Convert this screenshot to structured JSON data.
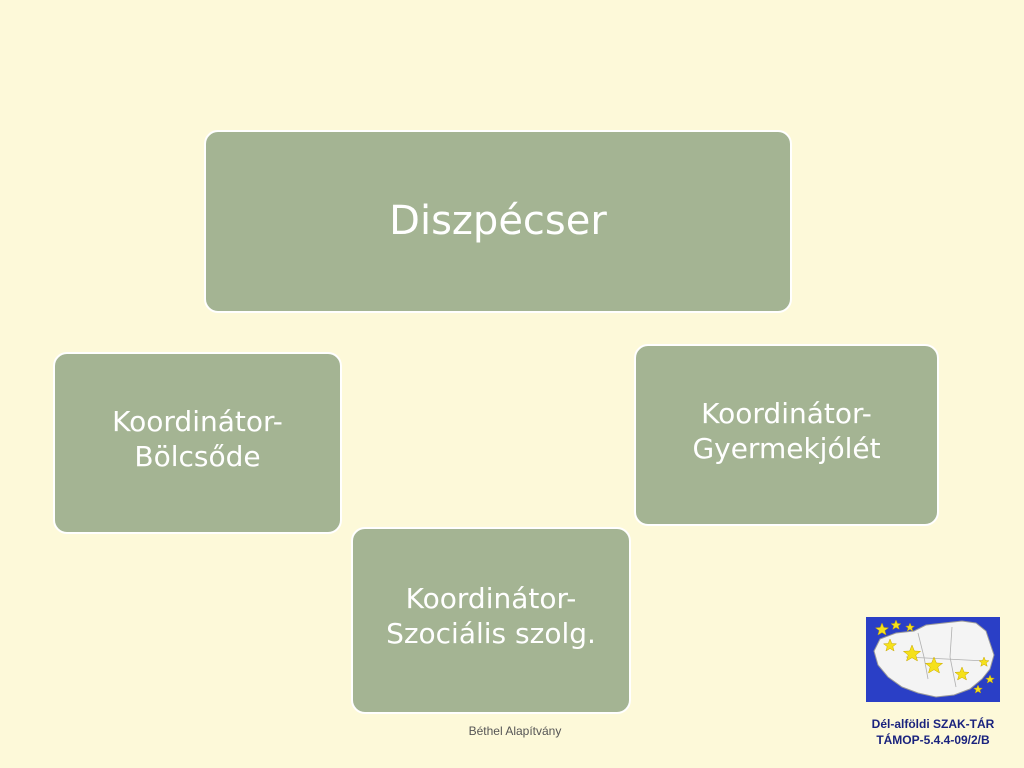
{
  "diagram": {
    "boxes": {
      "top": "Diszpécser",
      "left": "Koordinátor-\nBölcsőde",
      "right": "Koordinátor-\nGyermekjólét",
      "bottom": "Koordinátor-\nSzociális szolg."
    }
  },
  "footer": {
    "text": "Béthel Alapítvány"
  },
  "logo": {
    "caption_line1": "Dél-alföldi SZAK-TÁR",
    "caption_line2": "TÁMOP-5.4.4-09/2/B"
  },
  "colors": {
    "background": "#fdf9d9",
    "box_fill": "#a4b493",
    "box_border": "#ffffff",
    "logo_blue": "#2a3fc6",
    "star_yellow": "#f5e11b"
  }
}
